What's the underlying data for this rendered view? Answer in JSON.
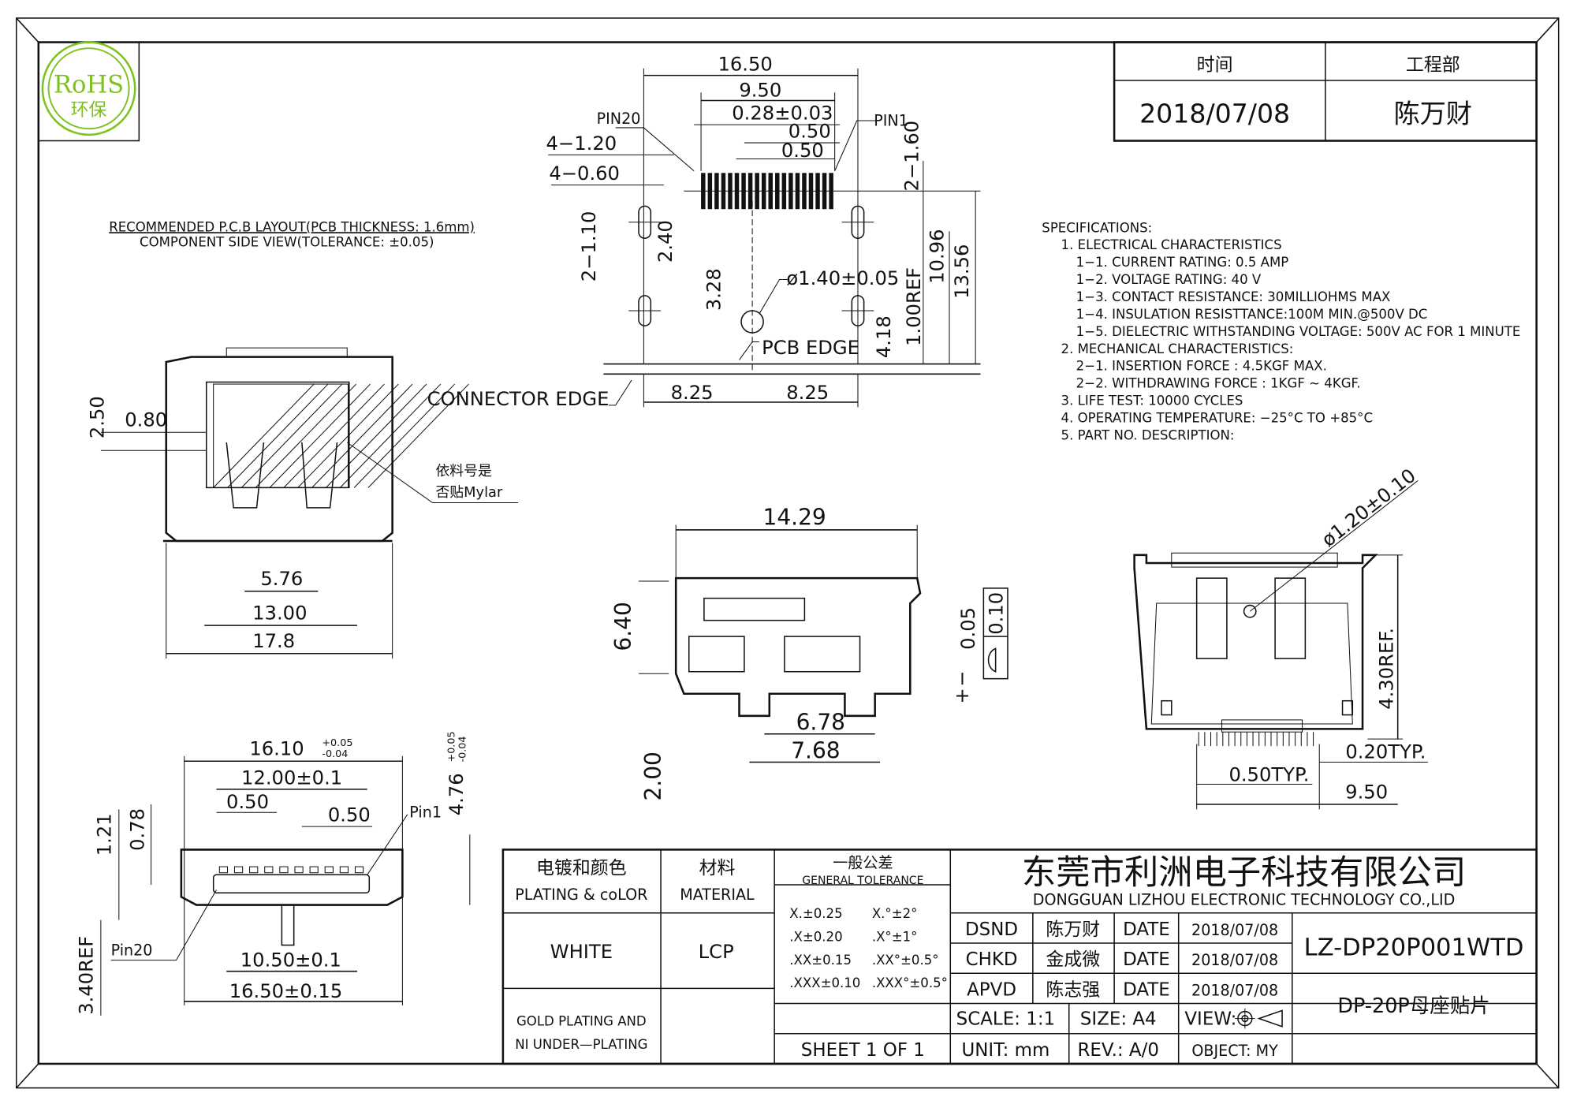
{
  "logo": {
    "text": "RoHS",
    "subtext": "环保",
    "color": "#7dc21e"
  },
  "approval": {
    "col1_header": "时间",
    "col2_header": "工程部",
    "date": "2018/07/08",
    "engineer": "陈万财"
  },
  "pcb_layout": {
    "title": "RECOMMENDED P.C.B LAYOUT(PCB THICKNESS: 1.6mm)",
    "subtitle": "COMPONENT SIDE VIEW(TOLERANCE: ±0.05)",
    "dims": {
      "w_total": "16.50",
      "w_pins": "9.50",
      "pin_width": "0.28±0.03",
      "pitch1": "0.50",
      "pitch2": "0.50",
      "pin20": "PIN20",
      "pin1": "PIN1",
      "slot_w1": "4−1.20",
      "slot_w2": "4−0.60",
      "pad_len": "2.40",
      "slot_h1": "2−1.10",
      "slot_h2": "2−1.60",
      "hole": "ø1.40±0.05",
      "d328": "3.28",
      "pcb_edge": "PCB EDGE",
      "d418": "4.18",
      "d100": "1.00REF",
      "d1096": "10.96",
      "d1356": "13.56",
      "conn_edge": "CONNECTOR EDGE",
      "half1": "8.25",
      "half2": "8.25"
    }
  },
  "front_view": {
    "d250": "2.50",
    "d080": "0.80",
    "d576": "5.76",
    "d1300": "13.00",
    "d178": "17.8",
    "note_line1": "依料号是",
    "note_line2": "否贴Mylar"
  },
  "side_view": {
    "d1429": "14.29",
    "d640": "6.40",
    "d678": "6.78",
    "d768": "7.68",
    "d200": "2.00",
    "d005": "0.05",
    "d010": "0.10",
    "minus": "−",
    "plus": "+"
  },
  "right_view": {
    "hole": "ø1.20±0.10",
    "d430": "4.30REF.",
    "d020": "0.20TYP.",
    "d050": "0.50TYP.",
    "d950": "9.50"
  },
  "bottom_view": {
    "d1610": "16.10",
    "tol_up": "+0.05",
    "tol_dn": "-0.04",
    "d1200": "12.00±0.1",
    "d050a": "0.50",
    "d050b": "0.50",
    "pin1": "Pin1",
    "pin20": "Pin20",
    "d121": "1.21",
    "d078": "0.78",
    "d476": "4.76",
    "d476_up": "+0.05",
    "d476_dn": "-0.04",
    "d1050": "10.50±0.1",
    "d1650": "16.50±0.15",
    "d340": "3.40REF"
  },
  "specs": {
    "title": "SPECIFICATIONS:",
    "lines": [
      "1. ELECTRICAL  CHARACTERISTICS",
      "1−1. CURRENT  RATING: 0.5  AMP",
      "1−2. VOLTAGE  RATING: 40  V",
      "1−3. CONTACT  RESISTANCE: 30MILLIOHMS  MAX",
      "1−4. INSULATION  RESISTTANCE:100M  MIN.@500V  DC",
      "1−5. DIELECTRIC  WITHSTANDING  VOLTAGE: 500V  AC  FOR  1  MINUTE",
      "2. MECHANICAL  CHARACTERISTICS:",
      "2−1. INSERTION  FORCE : 4.5KGF  MAX.",
      "2−2. WITHDRAWING  FORCE : 1KGF ~ 4KGF.",
      "3. LIFE  TEST: 10000  CYCLES",
      "4. OPERATING  TEMPERATURE: −25°C  TO  +85°C",
      "5. PART  NO.  DESCRIPTION:"
    ]
  },
  "title_block": {
    "plating_cn": "电镀和颜色",
    "plating_en": "PLATING & coLOR",
    "material_cn": "材料",
    "material_en": "MATERIAL",
    "tolerance_cn": "一般公差",
    "tolerance_en": "GENERAL TOLERANCE",
    "tolerances": [
      [
        "X.±0.25",
        "X.°±2°"
      ],
      [
        ".X±0.20",
        ".X°±1°"
      ],
      [
        ".XX±0.15",
        ".XX°±0.5°"
      ],
      [
        ".XXX±0.10",
        ".XXX°±0.5°"
      ]
    ],
    "color": "WHITE",
    "material": "LCP",
    "plating_1": "GOLD PLATING AND",
    "plating_2": "NI UNDER—PLATING",
    "company_cn": "东莞市利洲电子科技有限公司",
    "company_en": "DONGGUAN LIZHOU ELECTRONIC TECHNOLOGY CO.,LID",
    "rows": [
      {
        "role": "DSND",
        "name": "陈万财",
        "date_label": "DATE",
        "date": "2018/07/08"
      },
      {
        "role": "CHKD",
        "name": "金成微",
        "date_label": "DATE",
        "date": "2018/07/08"
      },
      {
        "role": "APVD",
        "name": "陈志强",
        "date_label": "DATE",
        "date": "2018/07/08"
      }
    ],
    "part_no": "LZ-DP20P001WTD",
    "description": "DP-20P母座贴片",
    "scale": "SCALE: 1:1",
    "size": "SIZE: A4",
    "view": "VIEW:",
    "sheet": "SHEET 1 OF 1",
    "unit": "UNIT: mm",
    "rev": "REV.: A/0",
    "object": "OBJECT: MY"
  }
}
